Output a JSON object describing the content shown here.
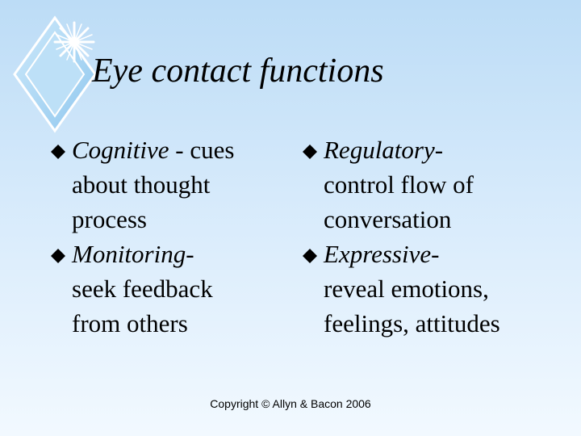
{
  "slide": {
    "title": "Eye contact functions",
    "left_items": [
      {
        "term": "Cognitive",
        "separator": " - ",
        "lines": [
          "cues",
          "about thought",
          "process"
        ]
      },
      {
        "term": "Monitoring",
        "separator": "-",
        "lines": [
          "seek feedback",
          "from others"
        ]
      }
    ],
    "right_items": [
      {
        "term": "Regulatory",
        "separator": "-",
        "lines": [
          "control flow of",
          "conversation"
        ]
      },
      {
        "term": "Expressive",
        "separator": "-",
        "lines": [
          "reveal emotions,",
          "feelings, attitudes"
        ]
      }
    ],
    "bullet_icon": "diamond-bullet-icon",
    "copyright": "Copyright © Allyn & Bacon 2006"
  },
  "colors": {
    "background_top": "#bcdcf6",
    "background_bottom": "#f2f9ff",
    "logo_diamond": "#a8d6f3",
    "text": "#000000"
  }
}
